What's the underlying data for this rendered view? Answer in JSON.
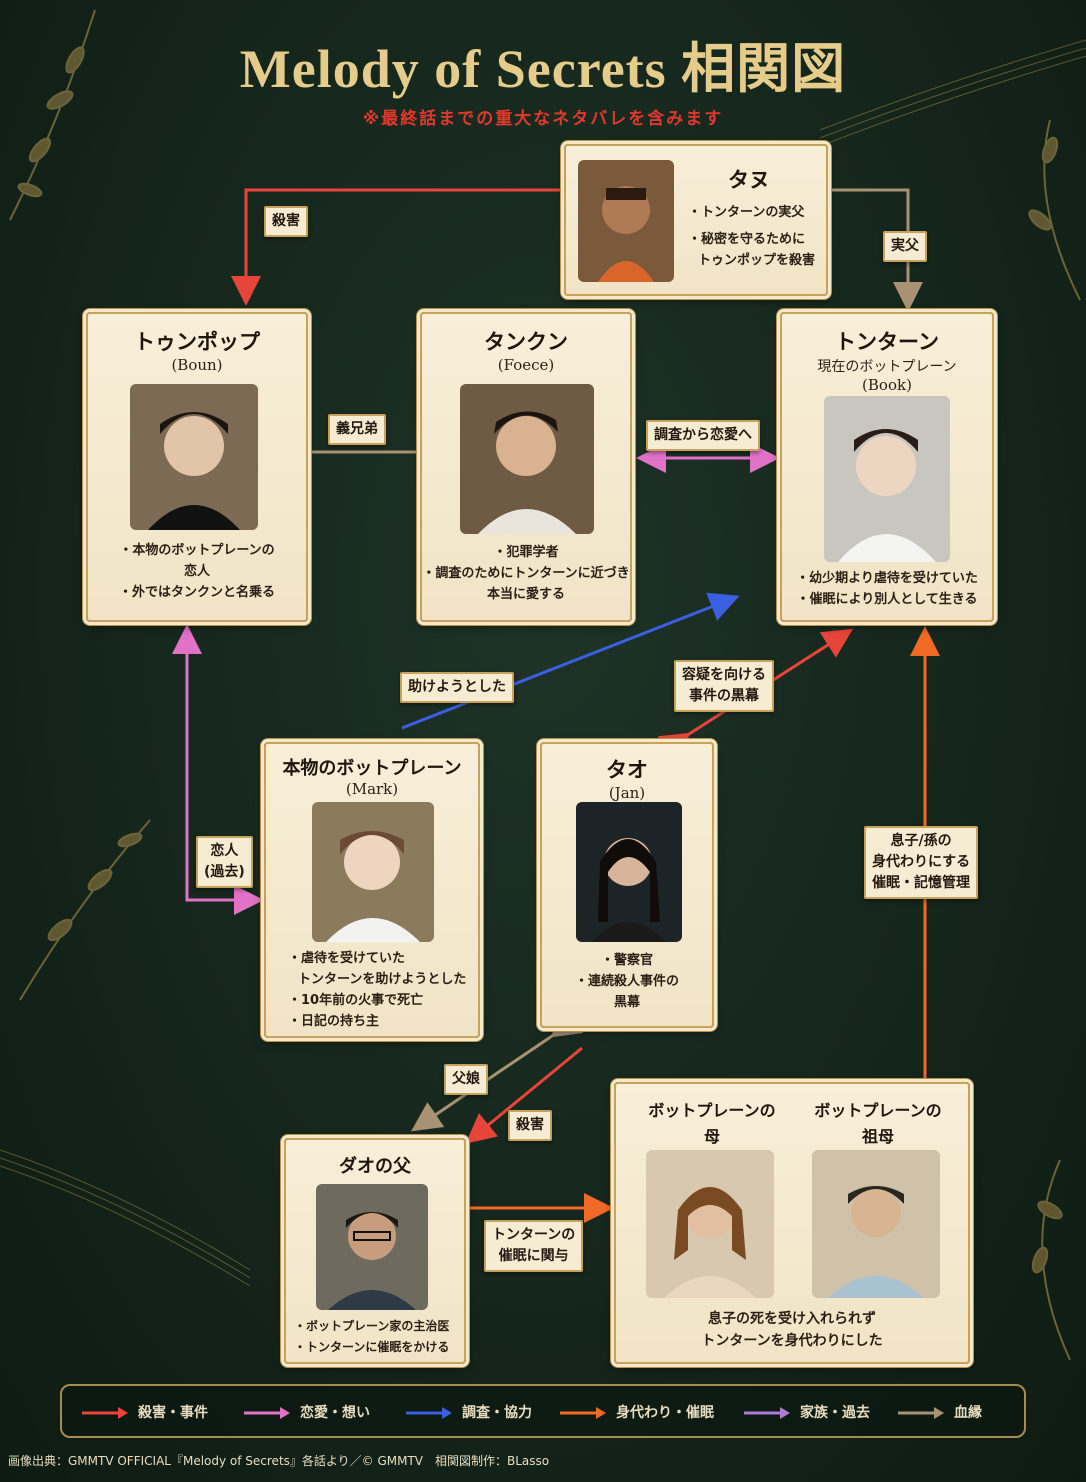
{
  "title": "Melody of Secrets 相関図",
  "subtitle": "※最終話までの重大なネタバレを含みます",
  "colors": {
    "murder": "#e8453a",
    "love": "#e271c8",
    "investigate": "#3a5fe0",
    "substitute": "#f06a25",
    "family": "#b07ad8",
    "blood": "#a89273"
  },
  "characters": {
    "tanu": {
      "name": "タヌ",
      "bullets": [
        "・トンターンの実父",
        "・秘密を守るために",
        "トゥンポップを殺害"
      ]
    },
    "tunpop": {
      "name": "トゥンポップ",
      "actor": "(Boun)",
      "bullets": [
        "・本物のボットプレーンの",
        "恋人",
        "・外ではタンクンと名乗る"
      ]
    },
    "tankun": {
      "name": "タンクン",
      "actor": "(Foece)",
      "bullets": [
        "・犯罪学者",
        "・調査のためにトンターンに近づき",
        "本当に愛する"
      ]
    },
    "tontan": {
      "name": "トンターン",
      "role": "現在のボットプレーン",
      "actor": "(Book)",
      "bullets": [
        "・幼少期より虐待を受けていた",
        "・催眠により別人として生きる"
      ]
    },
    "real": {
      "name": "本物のボットプレーン",
      "actor": "(Mark)",
      "bullets": [
        "・虐待を受けていた",
        "トンターンを助けようとした",
        "・10年前の火事で死亡",
        "・日記の持ち主"
      ]
    },
    "tao": {
      "name": "タオ",
      "actor": "(Jan)",
      "bullets": [
        "・警察官",
        "・連続殺人事件の",
        "黒幕"
      ]
    },
    "father": {
      "name": "ダオの父",
      "bullets": [
        "・ボットプレーン家の主治医",
        "・トンターンに催眠をかける"
      ]
    },
    "family": {
      "mother": "ボットプレーンの\n母",
      "grandmother": "ボットプレーンの\n祖母",
      "note": [
        "息子の死を受け入れられず",
        "トンターンを身代わりにした"
      ]
    }
  },
  "relations": {
    "murder1": "殺害",
    "realfather": "実父",
    "brothers": "義兄弟",
    "love": "調査から恋愛へ",
    "tried_help": "助けようとした",
    "suspect": [
      "容疑を向ける",
      "事件の黒幕"
    ],
    "lover": [
      "恋人",
      "(過去)"
    ],
    "substitute": [
      "息子/孫の",
      "身代わりにする",
      "催眠・記憶管理"
    ],
    "daughter": "父娘",
    "murder2": "殺害",
    "hypnosis": [
      "トンターンの",
      "催眠に関与"
    ]
  },
  "legend": [
    {
      "label": "殺害・事件",
      "color": "#e8453a"
    },
    {
      "label": "恋愛・想い",
      "color": "#e271c8"
    },
    {
      "label": "調査・協力",
      "color": "#3a5fe0"
    },
    {
      "label": "身代わり・催眠",
      "color": "#f06a25"
    },
    {
      "label": "家族・過去",
      "color": "#b07ad8"
    },
    {
      "label": "血縁",
      "color": "#a89273"
    }
  ],
  "credit": "画像出典：GMMTV OFFICIAL『Melody of Secrets』各話より／© GMMTV　相関図制作：BLasso"
}
